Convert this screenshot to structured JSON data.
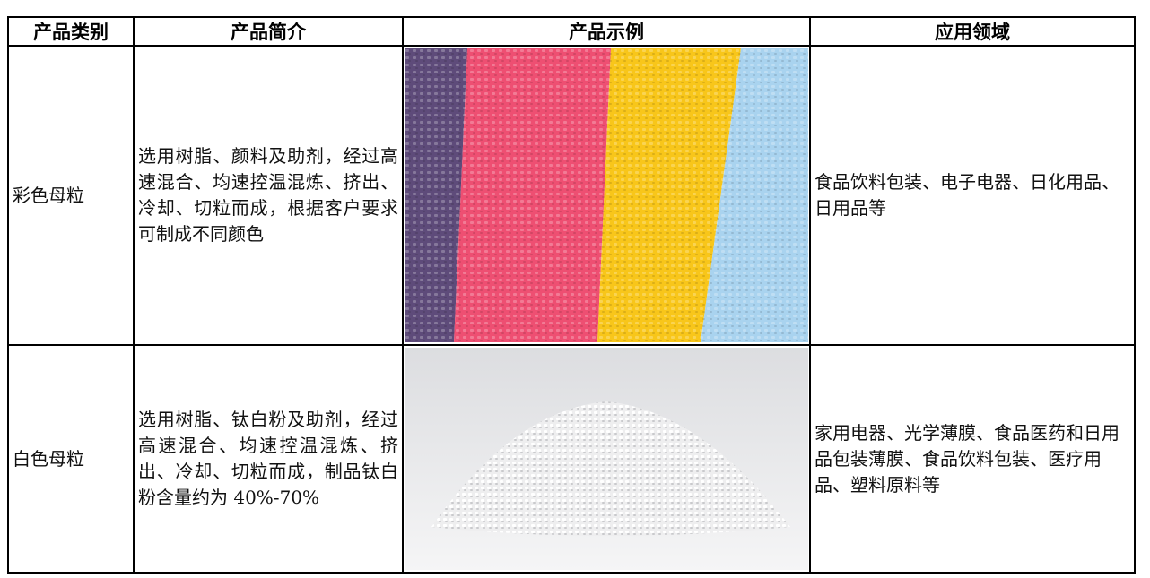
{
  "headers": {
    "category": "产品类别",
    "intro": "产品简介",
    "example": "产品示例",
    "application": "应用领域"
  },
  "rows": [
    {
      "category": "彩色母粒",
      "intro": "选用树脂、颜料及助剂，经过高速混合、均速控温混炼、挤出、冷却、切粒而成，根据客户要求可制成不同颜色",
      "application": "食品饮料包装、电子电器、日化用品、日用品等",
      "image_icon": "colored-pellets-photo",
      "colors": [
        "#5e4b7a",
        "#ee4f72",
        "#f8c61a",
        "#a9d3ef"
      ]
    },
    {
      "category": "白色母粒",
      "intro": "选用树脂、钛白粉及助剂，经过高速混合、均速控温混炼、挤出、冷却、切粒而成，制品钛白粉含量约为 40%-70%",
      "application": "家用电器、光学薄膜、食品医药和日用品包装薄膜、食品饮料包装、医疗用品、塑料原料等",
      "image_icon": "white-pellets-photo",
      "colors": [
        "#e9eaec",
        "#f7f7f7"
      ]
    }
  ]
}
